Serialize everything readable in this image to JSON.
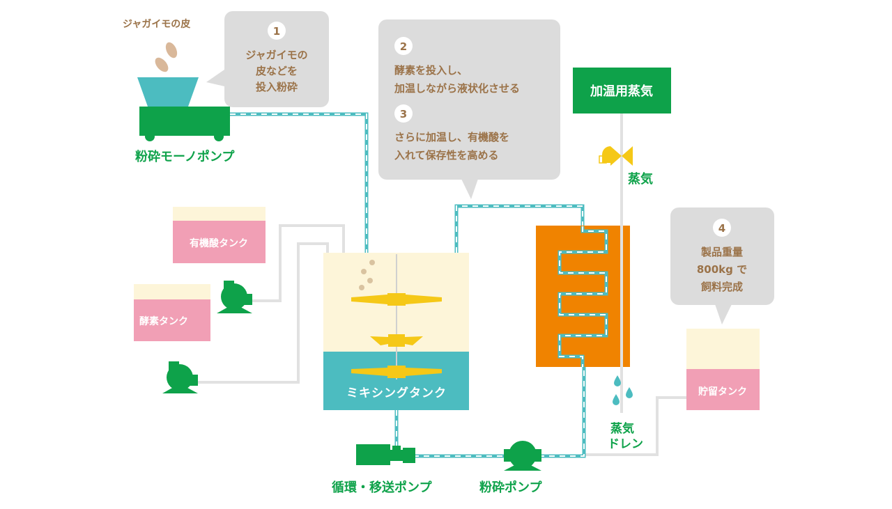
{
  "labels": {
    "peel": "ジャガイモの皮",
    "grinder_pump": "粉砕モーノポンプ",
    "organic_acid_tank": "有機酸タンク",
    "enzyme_tank": "酵素タンク",
    "mixing_tank": "ミキシングタンク",
    "circulation_pump": "循環・移送ポンプ",
    "crushing_pump": "粉砕ポンプ",
    "heating_steam": "加温用蒸気",
    "steam": "蒸気",
    "steam_drain_line1": "蒸気",
    "steam_drain_line2": "ドレン",
    "storage_tank": "貯留タンク"
  },
  "steps": [
    {
      "num": "1",
      "lines": [
        "ジャガイモの",
        "皮などを",
        "投入粉砕"
      ]
    },
    {
      "num": "2",
      "lines": [
        "酵素を投入し、",
        "加温しながら液状化させる"
      ]
    },
    {
      "num": "3",
      "lines": [
        "さらに加温し、有機酸を",
        "入れて保存性を高める"
      ]
    },
    {
      "num": "4",
      "lines": [
        "製品重量",
        "800kg で",
        "飼料完成"
      ]
    }
  ],
  "colors": {
    "green": "#0ea24a",
    "brown_text": "#9b7349",
    "pink": "#f19fb5",
    "cream": "#fdf5d9",
    "teal": "#4cbcc0",
    "orange": "#f08300",
    "yellow": "#f5c817",
    "bubble_gray": "#dcdcdc",
    "pipe_gray": "#e1e1e1"
  }
}
